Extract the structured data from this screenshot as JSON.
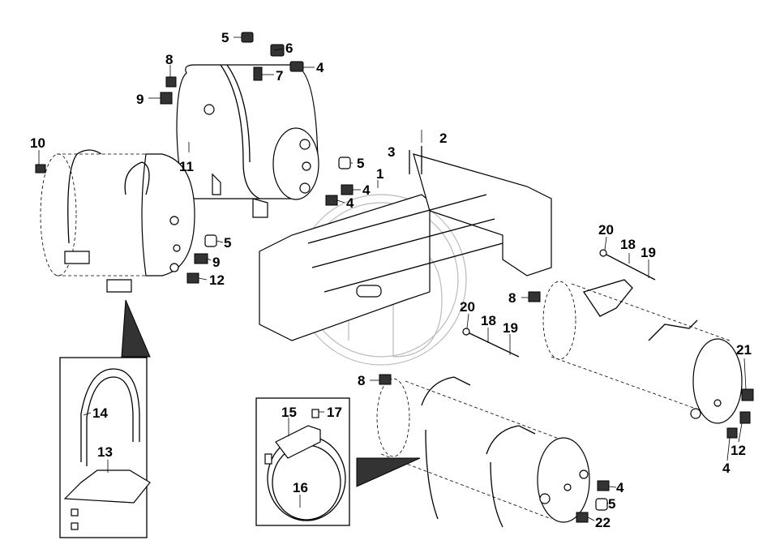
{
  "diagram": {
    "callouts": {
      "c1": "1",
      "c2": "2",
      "c3": "3",
      "c4a": "4",
      "c4b": "4",
      "c4c": "4",
      "c4d": "4",
      "c4e": "4",
      "c5a": "5",
      "c5b": "5",
      "c5c": "5",
      "c5d": "5",
      "c6": "6",
      "c7": "7",
      "c8a": "8",
      "c8b": "8",
      "c8c": "8",
      "c9a": "9",
      "c9b": "9",
      "c10": "10",
      "c11": "11",
      "c12a": "12",
      "c12b": "12",
      "c13": "13",
      "c14": "14",
      "c15": "15",
      "c16": "16",
      "c17": "17",
      "c18a": "18",
      "c18b": "18",
      "c19a": "19",
      "c19b": "19",
      "c20a": "20",
      "c20b": "20",
      "c21": "21",
      "c22": "22"
    }
  }
}
